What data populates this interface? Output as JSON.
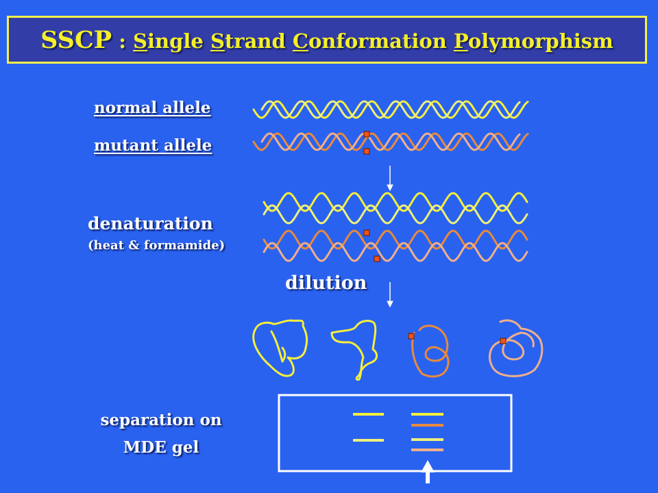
{
  "title": {
    "abbr": "SSCP",
    "sep": " : ",
    "words": [
      {
        "first": "S",
        "rest": "ingle "
      },
      {
        "first": "S",
        "rest": "trand "
      },
      {
        "first": "C",
        "rest": "onformation "
      },
      {
        "first": "P",
        "rest": "olymorphism"
      }
    ]
  },
  "labels": {
    "normal_allele": "normal allele",
    "mutant_allele": "mutant allele",
    "denaturation": "denaturation",
    "denaturation_detail": "(heat & formamide)",
    "dilution": "dilution",
    "separation_line1": "separation on",
    "separation_line2": "MDE gel"
  },
  "colors": {
    "background": "#2a62f0",
    "title_bg": "#333da8",
    "title_text": "#f4ef2a",
    "normal_strand": "#f6ef3a",
    "normal_strand_light": "#eef07a",
    "mutant_strand": "#e98a3c",
    "mutant_strand_light": "#efb08a",
    "mutation_marker": "#f0521e",
    "gel_border": "#ffffff"
  },
  "icons": [
    "down-arrow-icon",
    "loading-arrow-icon",
    "mutation-marker-icon"
  ]
}
